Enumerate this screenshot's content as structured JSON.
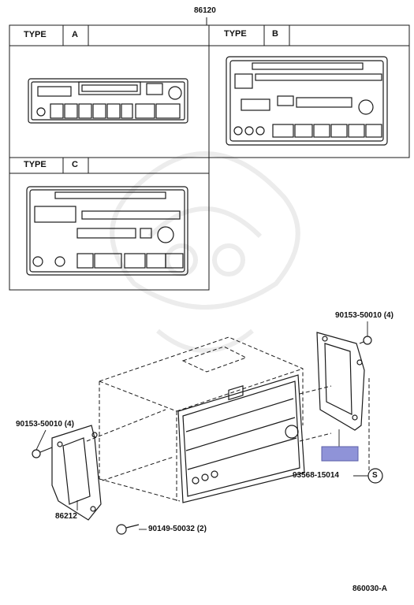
{
  "assembly": {
    "part_number": "86120"
  },
  "types": [
    {
      "label": "TYPE",
      "letter": "A"
    },
    {
      "label": "TYPE",
      "letter": "B"
    },
    {
      "label": "TYPE",
      "letter": "C"
    }
  ],
  "callouts": {
    "screw_right": "90153-50010 (4)",
    "screw_left": "90153-50010 (4)",
    "bracket_left": "86212",
    "screw_bottom": "90149-50032 (2)",
    "clip_right": "93568-15014",
    "clip_symbol": "S"
  },
  "footer": {
    "diagram_code": "860030-A"
  },
  "colors": {
    "line": "#1a1a1a",
    "highlight": "#8f93d8",
    "watermark": "#e9e9e9"
  }
}
